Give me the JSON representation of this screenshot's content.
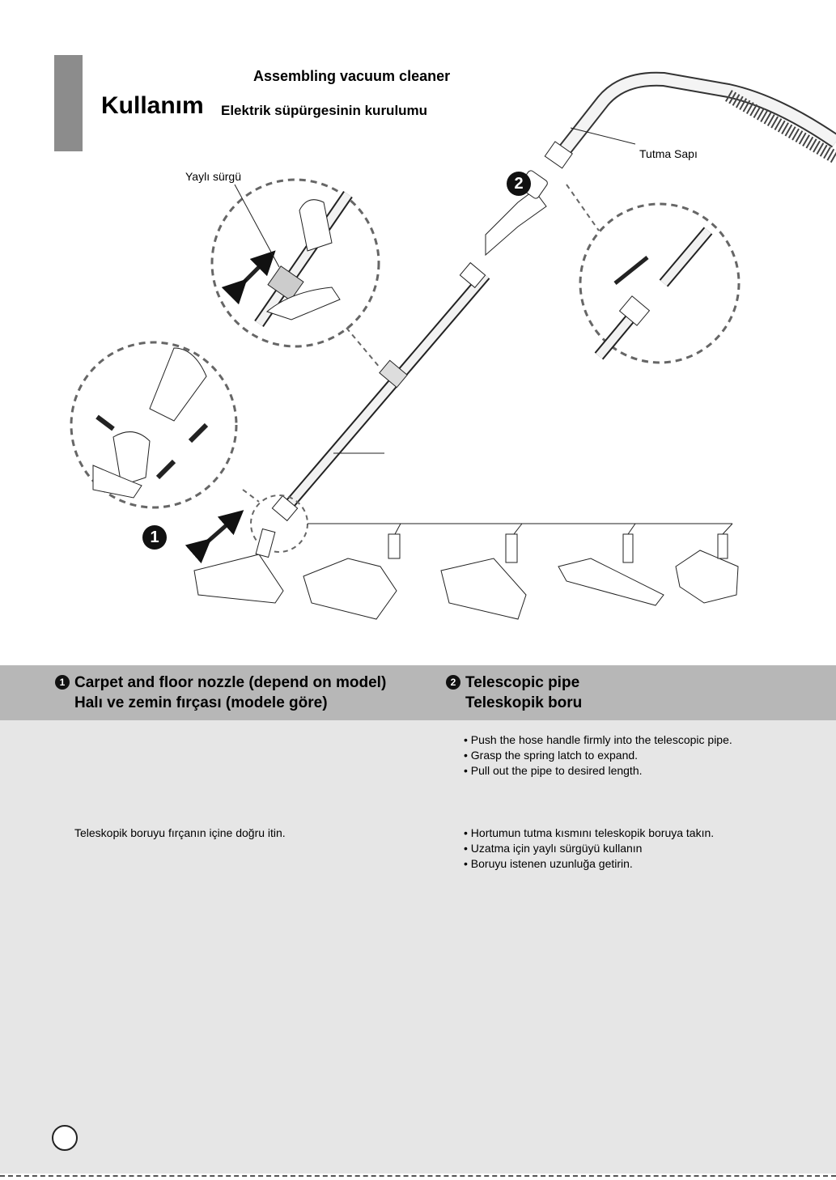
{
  "header": {
    "title_en": "Assembling vacuum cleaner",
    "title_main": "Kullanım",
    "title_sub": "Elektrik süpürgesinin kurulumu"
  },
  "illustration": {
    "callout_spring_latch": "Yaylı sürgü",
    "callout_handle": "Tutma Sapı",
    "step_1": "1",
    "step_2": "2"
  },
  "sections": [
    {
      "number": "1",
      "heading_en": "Carpet and floor nozzle (depend on model)",
      "heading_tr": "Halı ve zemin fırçası (modele göre)",
      "text_en": [],
      "text_tr": [
        "Teleskopik boruyu fırçanın içine doğru itin."
      ]
    },
    {
      "number": "2",
      "heading_en": "Telescopic pipe",
      "heading_tr": "Teleskopik boru",
      "text_en": [
        "• Push the hose handle firmly into the telescopic pipe.",
        "• Grasp the spring latch to expand.",
        "• Pull out the pipe to desired length."
      ],
      "text_tr": [
        "• Hortumun tutma kısmını teleskopik boruya takın.",
        "• Uzatma için yaylı sürgüyü kullanın",
        "• Boruyu istenen uzunluğa getirin."
      ]
    }
  ],
  "colors": {
    "header_band": "#b7b7b7",
    "body_background": "#e6e6e6",
    "side_tab": "#8c8c8c"
  }
}
